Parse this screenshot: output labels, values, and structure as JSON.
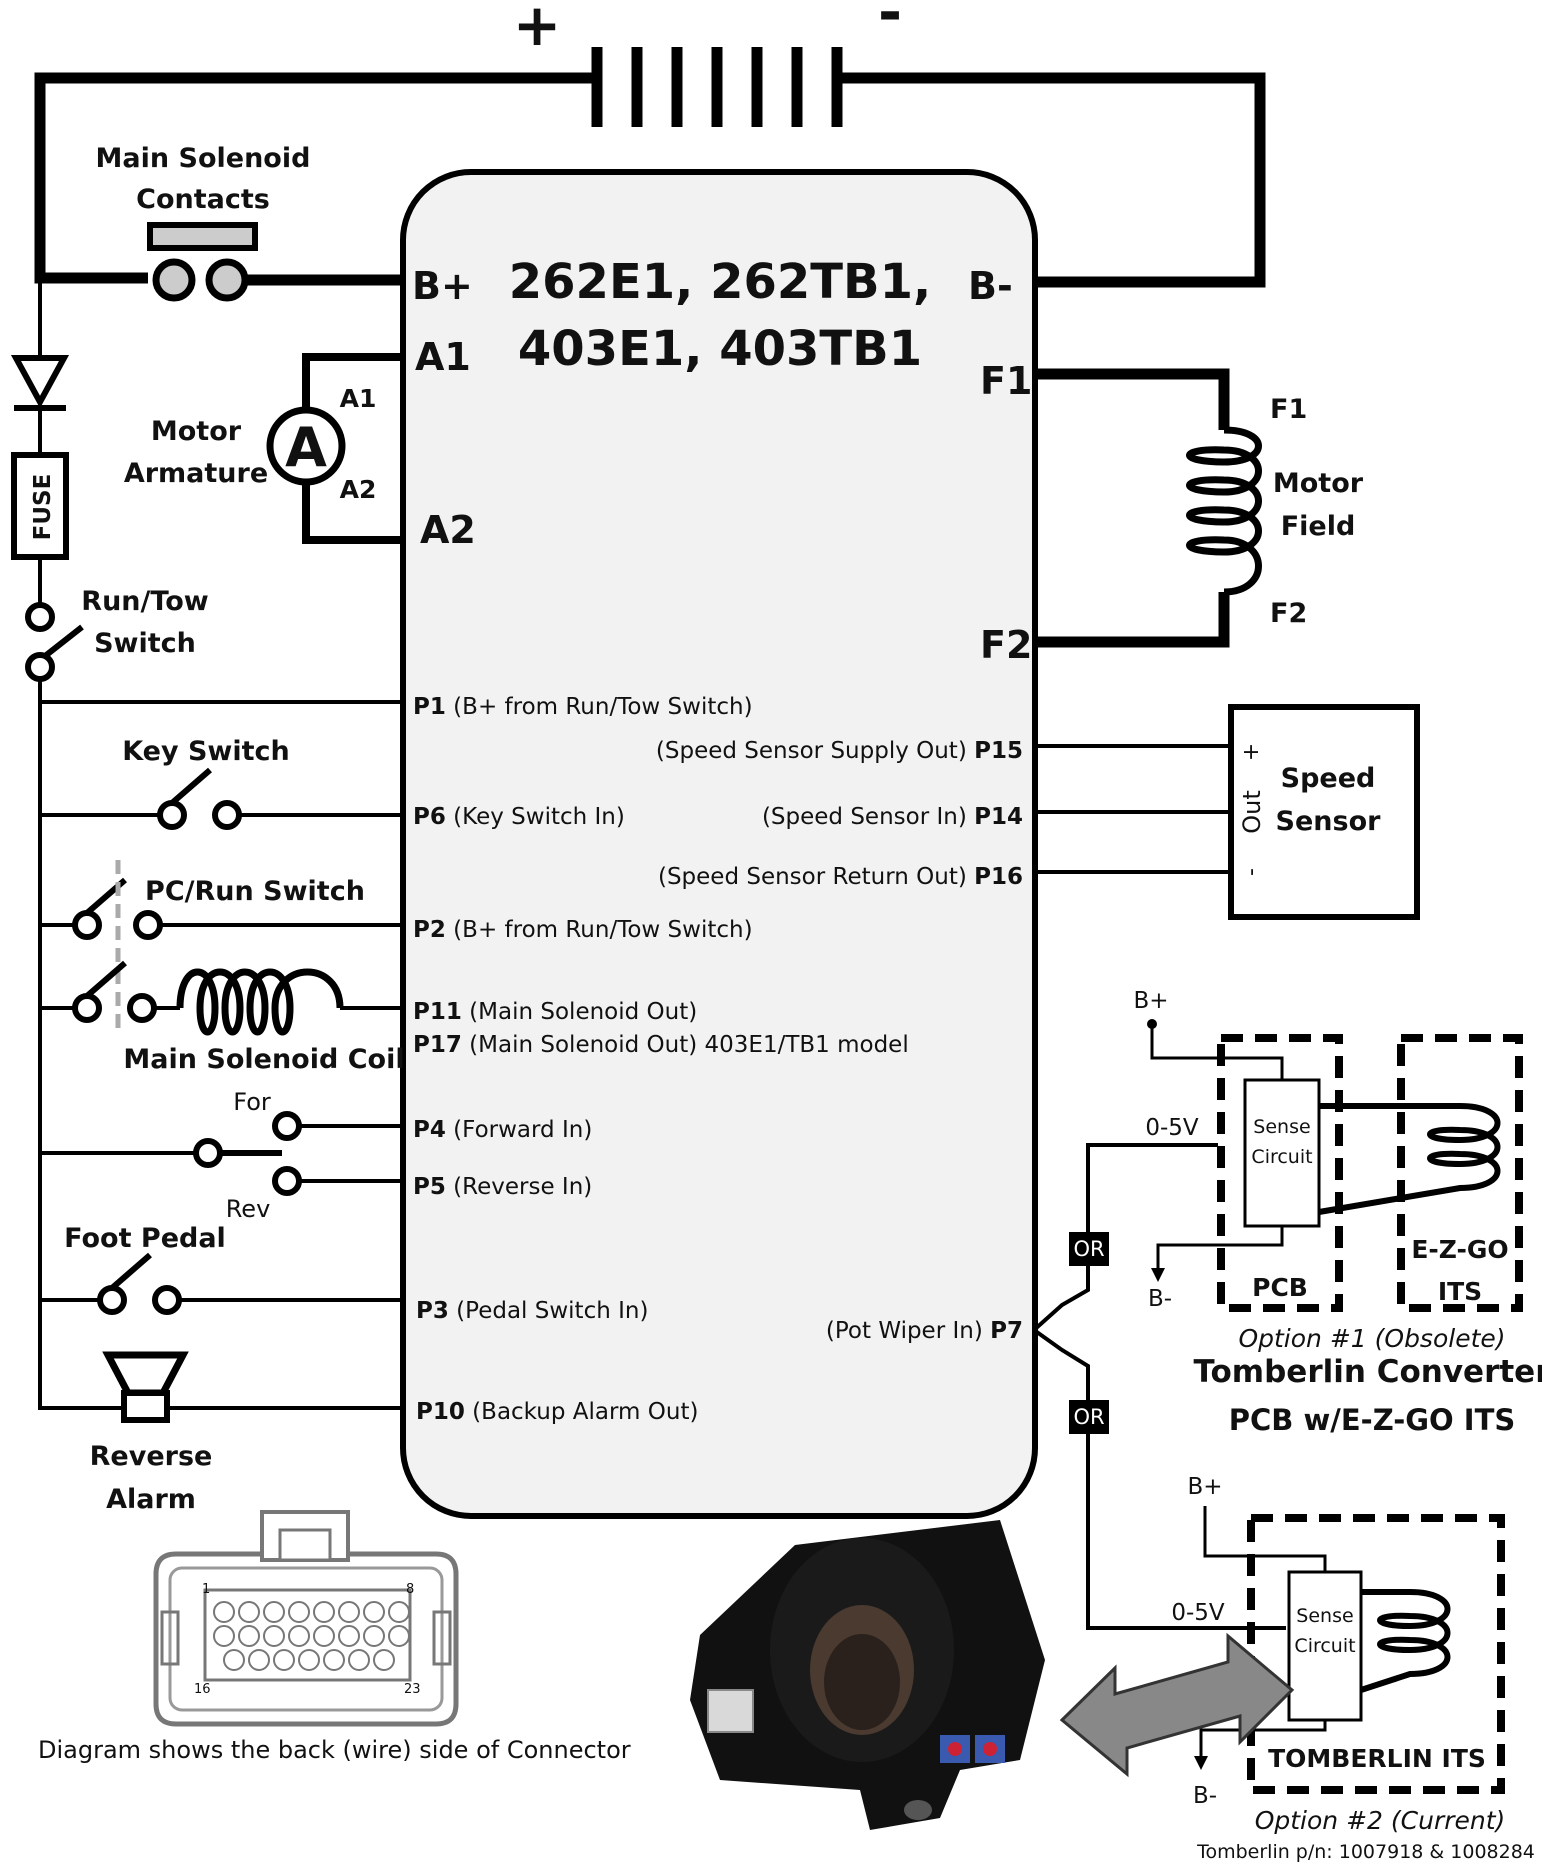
{
  "battery": {
    "plus": "+",
    "minus": "-"
  },
  "controller": {
    "models_line1": "262E1, 262TB1,",
    "models_line2": "403E1, 403TB1",
    "bplus": "B+",
    "bminus": "B-",
    "a1": "A1",
    "a2": "A2",
    "f1": "F1",
    "f2": "F2"
  },
  "left": {
    "main_solenoid_contacts": [
      "Main Solenoid",
      "Contacts"
    ],
    "motor_armature": [
      "Motor",
      "Armature"
    ],
    "armature_symbol": "A",
    "arm_a1": "A1",
    "arm_a2": "A2",
    "fuse": "FUSE",
    "run_tow": [
      "Run/Tow",
      "Switch"
    ],
    "key_switch": "Key Switch",
    "pc_run": "PC/Run Switch",
    "main_solenoid_coil": "Main Solenoid Coil",
    "for": "For",
    "rev": "Rev",
    "foot_pedal": "Foot Pedal",
    "reverse_alarm": [
      "Reverse",
      "Alarm"
    ]
  },
  "field": {
    "f1": "F1",
    "f2": "F2",
    "label": [
      "Motor",
      "Field"
    ]
  },
  "pins_left": [
    {
      "pin": "P1",
      "desc": " (B+ from Run/Tow Switch)"
    },
    {
      "pin": "P6",
      "desc": " (Key Switch In)"
    },
    {
      "pin": "P2",
      "desc": " (B+ from Run/Tow Switch)"
    },
    {
      "pin": "P11",
      "desc": " (Main Solenoid Out)"
    },
    {
      "pin": "P17",
      "desc": " (Main Solenoid Out) 403E1/TB1 model"
    },
    {
      "pin": "P4",
      "desc": " (Forward In)"
    },
    {
      "pin": "P5",
      "desc": " (Reverse In)"
    },
    {
      "pin": "P3",
      "desc": " (Pedal Switch In)"
    },
    {
      "pin": "P10",
      "desc": " (Backup Alarm Out)"
    }
  ],
  "pins_right": [
    {
      "desc": "(Speed Sensor Supply Out) ",
      "pin": "P15"
    },
    {
      "desc": "(Speed Sensor In) ",
      "pin": "P14"
    },
    {
      "desc": "(Speed Sensor Return Out) ",
      "pin": "P16"
    },
    {
      "desc": "(Pot Wiper In) ",
      "pin": "P7"
    }
  ],
  "speed_sensor": {
    "label": [
      "Speed",
      "Sensor"
    ],
    "plus": "+",
    "out": "Out",
    "minus": "-"
  },
  "option1": {
    "bplus": "B+",
    "bminus": "B-",
    "volts": "0-5V",
    "sense": [
      "Sense",
      "Circuit"
    ],
    "pcb": "PCB",
    "ezgo": [
      "E-Z-GO",
      "ITS"
    ],
    "or": "OR",
    "title_italic": "Option #1 (Obsolete)",
    "title": [
      "Tomberlin Converter",
      "PCB w/E-Z-GO ITS"
    ]
  },
  "option2": {
    "bplus": "B+",
    "bminus": "B-",
    "volts": "0-5V",
    "sense": [
      "Sense",
      "Circuit"
    ],
    "or": "OR",
    "its": "TOMBERLIN ITS",
    "title_italic": "Option #2 (Current)",
    "pn": "Tomberlin p/n: 1007918 & 1008284"
  },
  "connector": {
    "pin1": "1",
    "pin8": "8",
    "pin16": "16",
    "pin23": "23",
    "caption": "Diagram shows the back (wire) side of Connector"
  }
}
